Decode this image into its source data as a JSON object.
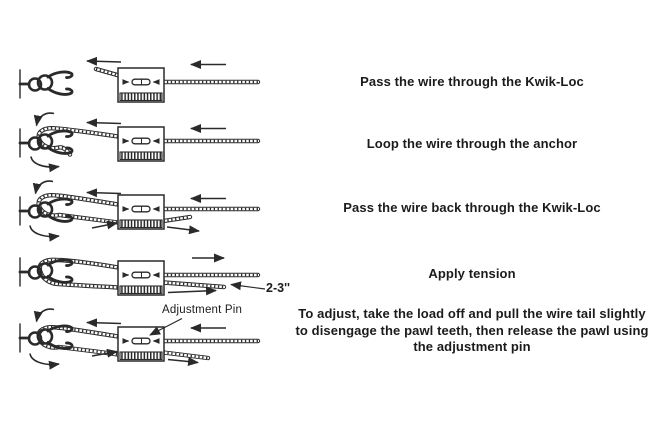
{
  "page": {
    "background": "#ffffff",
    "line_ink": "#2a2a2a",
    "text_color": "#1b1b1b"
  },
  "diagram": {
    "subject": "Kwik-Loc wire tensioner installation steps",
    "steps": [
      {
        "caption": "Pass the wire through the Kwik-Loc"
      },
      {
        "caption": "Loop the wire through the anchor"
      },
      {
        "caption": "Pass the wire back through the Kwik-Loc"
      },
      {
        "caption": "Apply tension"
      },
      {
        "caption": "To adjust, take the load off and pull the wire tail slightly to disengage the pawl teeth, then release the pawl using the adjustment pin"
      }
    ],
    "callouts": {
      "tail_length": "2-3''",
      "adjustment_pin": "Adjustment Pin"
    }
  }
}
